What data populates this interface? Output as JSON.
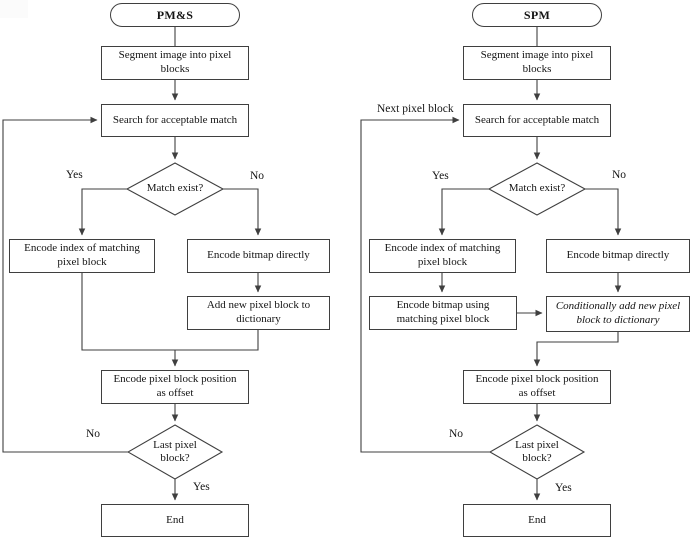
{
  "figure": {
    "left": {
      "title": "PM&S",
      "nodes": {
        "segment": "Segment image into pixel blocks",
        "search": "Search for acceptable match",
        "match_exist": "Match exist?",
        "encode_index": "Encode index of matching pixel block",
        "encode_bitmap": "Encode bitmap directly",
        "add_new": "Add new pixel block to dictionary",
        "encode_position": "Encode pixel block position as offset",
        "last_block": "Last pixel block?",
        "end": "End"
      },
      "labels": {
        "yes1": "Yes",
        "no1": "No",
        "no2": "No",
        "yes2": "Yes"
      }
    },
    "right": {
      "title": "SPM",
      "nodes": {
        "segment": "Segment image into pixel blocks",
        "search": "Search for acceptable match",
        "match_exist": "Match exist?",
        "encode_index": "Encode index of matching pixel block",
        "encode_bitmap": "Encode bitmap directly",
        "encode_using": "Encode bitmap using matching pixel block",
        "conditionally": "Conditionally add new pixel block to dictionary",
        "encode_position": "Encode pixel block position as offset",
        "last_block": "Last pixel block?",
        "end": "End"
      },
      "labels": {
        "next": "Next pixel block",
        "yes1": "Yes",
        "no1": "No",
        "no2": "No",
        "yes2": "Yes"
      }
    },
    "colors": {
      "line": "#3f3f3f",
      "text": "#141414",
      "background": "#ffffff"
    }
  }
}
